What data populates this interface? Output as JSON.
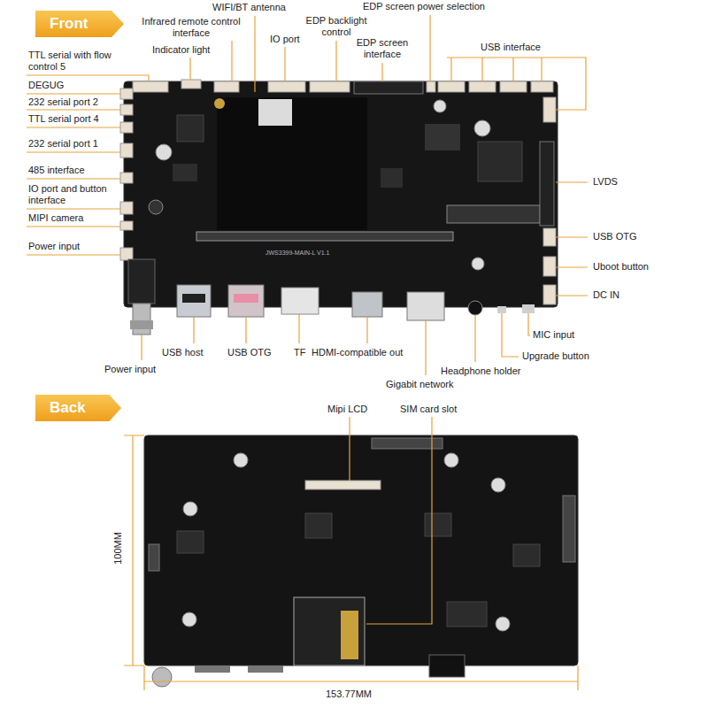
{
  "diagram": {
    "nodes": [
      {
        "text": [
          "Front"
        ]
      },
      {
        "text": [
          "Back"
        ]
      }
    ],
    "labels": [
      "WIFI/BT antenna",
      "Infrared remote control interface",
      "EDP screen power selection",
      "EDP backlight control",
      "TTL serial with flow control 5",
      "Indicator light",
      "IO port",
      "EDP screen interface",
      "USB interface",
      "DEGUG",
      "232 serial port 2",
      "TTL serial port 4",
      "232 serial port 1",
      "485 interface",
      "IO port and button interface",
      "MIPI camera",
      "Power input",
      "LVDS",
      "USB OTG",
      "Uboot button",
      "DC IN",
      "JWS3399-MAIN-L V1.1",
      "MIC input",
      "USB host",
      "USB OTG",
      "TF",
      "HDMI-compatible out",
      "Upgrade button",
      "Power input",
      "Headphone holder",
      "Gigabit network",
      "Mipi LCD",
      "SIM card slot",
      "100MM",
      "153.77MM"
    ]
  }
}
